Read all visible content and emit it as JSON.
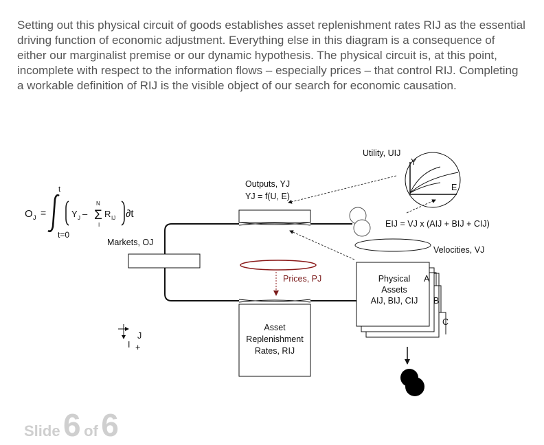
{
  "intro": "Setting out this physical circuit of goods establishes asset replenishment rates RIJ as the essential driving function of economic adjustment. Everything else in this diagram is a consequence of either our marginalist premise or our dynamic hypothesis. The physical circuit is, at this point, incomplete with respect to the information flows – especially prices – that control RIJ. Completing a workable definition of RIJ is the visible object of our search for economic causation.",
  "diagram": {
    "equation": {
      "lhs": "O",
      "lhs_sub": "J",
      "equals": "=",
      "integrand_y": "Y",
      "integrand_y_sub": "J",
      "minus": "–",
      "sigma": "Σ",
      "sum_upper": "N",
      "sum_lower": "I",
      "r": "R",
      "r_sub": "IJ",
      "dt": "∂t",
      "upper_limit": "t",
      "lower_limit": "t=0"
    },
    "utility": "Utility, UIJ",
    "curve_label_y": "Y",
    "curve_label_e": "E",
    "outputs": "Outputs, YJ",
    "outputs_formula": "YJ = f(U, E)",
    "efficiency_formula": "EIJ = VJ x (AIJ + BIJ + CIJ)",
    "markets": "Markets, OJ",
    "velocities": "Velocities, VJ",
    "prices": "Prices, PJ",
    "physical_assets": [
      "Physical",
      "Assets",
      "AIJ, BIJ, CIJ"
    ],
    "stack_labels": [
      "A",
      "B",
      "C"
    ],
    "replenishment": [
      "Asset",
      "Replenishment",
      "Rates, RIJ"
    ],
    "axis_j": "J",
    "axis_i": "I",
    "axis_plus": "+"
  },
  "footer": {
    "slide_word": "Slide",
    "current": "6",
    "of_word": "of",
    "total": "6"
  }
}
